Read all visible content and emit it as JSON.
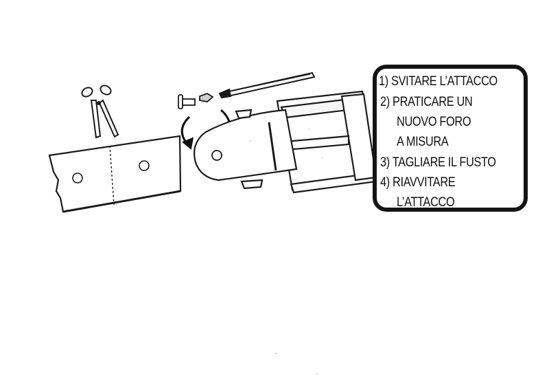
{
  "instructions": {
    "step_1": "1) SVITARE L’ATTACCO",
    "step_2_line_1": "2) PRATICARE UN",
    "step_2_line_2": "NUOVO FORO",
    "step_2_line_3": "A MISURA",
    "step_3": "3) TAGLIARE IL FUSTO",
    "step_4_line_1": "4) RIAVVITARE",
    "step_4_line_2": "L’ATTACCO"
  },
  "icons": [
    "scissors-icon",
    "screw-icon",
    "punch-tool-icon",
    "curved-arrow-icon",
    "belt-buckle-icon",
    "belt-strap-icon"
  ],
  "colors": {
    "ink": "#141414",
    "paper": "#ffffff"
  }
}
